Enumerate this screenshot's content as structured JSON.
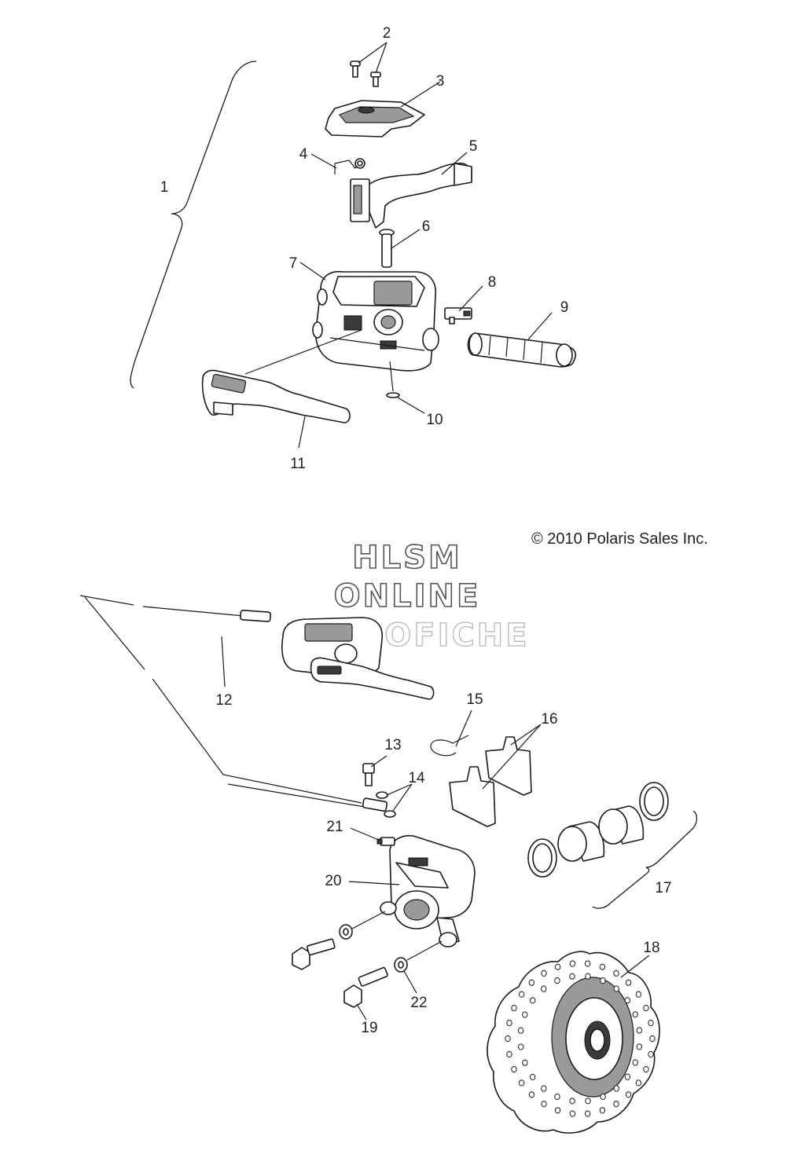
{
  "callouts": {
    "c1": "1",
    "c2": "2",
    "c3": "3",
    "c4": "4",
    "c5": "5",
    "c6": "6",
    "c7": "7",
    "c8": "8",
    "c9": "9",
    "c10": "10",
    "c11": "11",
    "c12": "12",
    "c13": "13",
    "c14": "14",
    "c15": "15",
    "c16": "16",
    "c17": "17",
    "c18": "18",
    "c19": "19",
    "c20": "20",
    "c21": "21",
    "c22": "22"
  },
  "copyright": "© 2010 Polaris Sales Inc.",
  "watermark": {
    "line1": "HLSM",
    "line2": "ONLINE",
    "line3": "MICROFICHE"
  }
}
